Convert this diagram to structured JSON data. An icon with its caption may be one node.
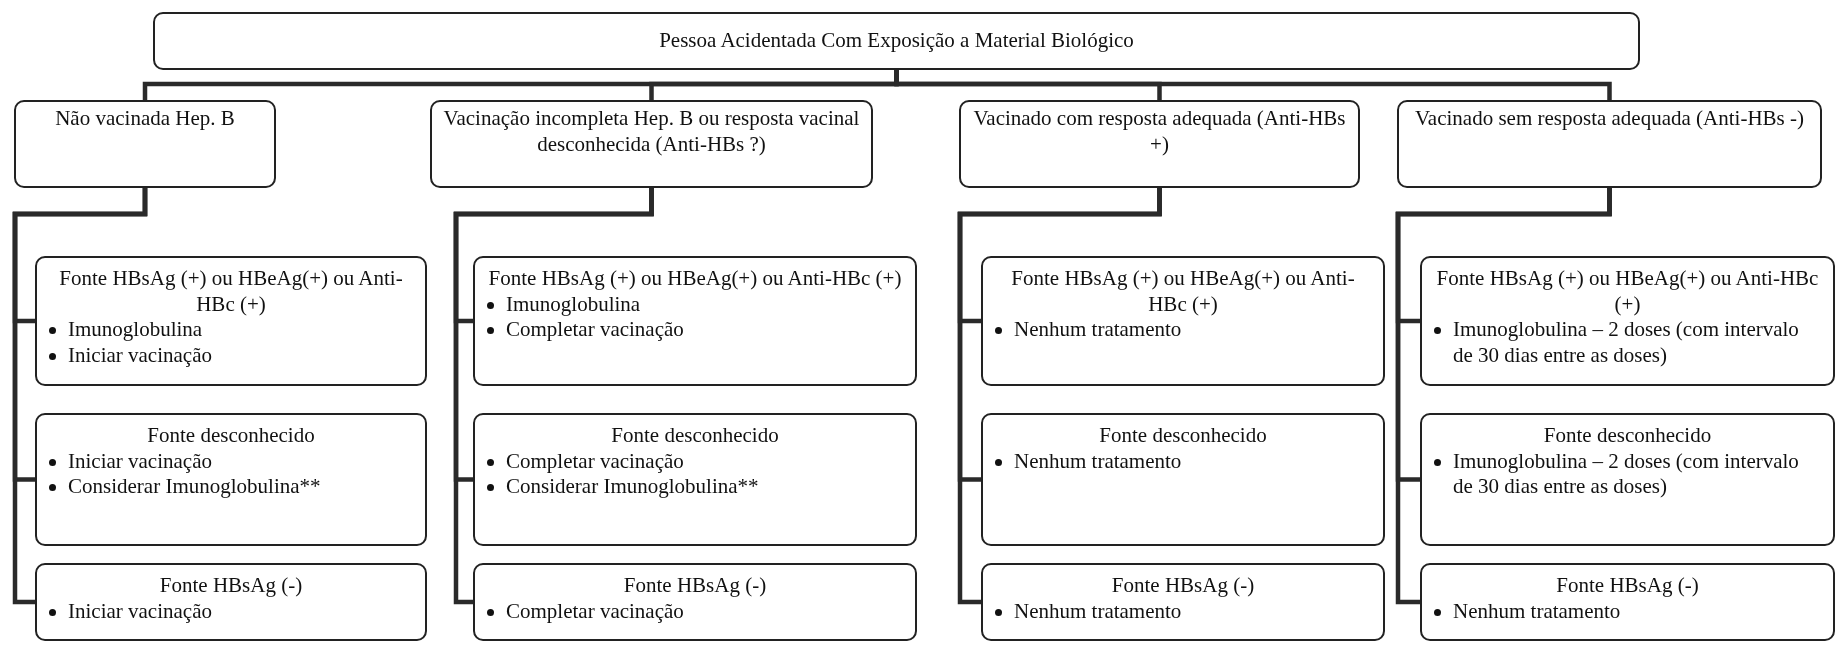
{
  "diagram": {
    "nodes": [
      {
        "text": [
          "Pessoa Acidentada Com Exposição a Material Biológico"
        ]
      },
      {
        "text": [
          "Não vacinada Hep. B"
        ]
      },
      {
        "text": [
          "Vacinação incompleta Hep. B ou resposta vacinal desconhecida (Anti-HBs ?)"
        ]
      },
      {
        "text": [
          "Vacinado com resposta adequada (Anti-HBs +)"
        ]
      },
      {
        "text": [
          "Vacinado sem resposta adequada (Anti-HBs -)"
        ]
      },
      {
        "text": [
          "Fonte HBsAg (+) ou HBeAg(+) ou Anti-HBc (+)",
          "Imunoglobulina",
          "Iniciar vacinação"
        ]
      },
      {
        "text": [
          "Fonte desconhecido",
          "Iniciar vacinação",
          "Considerar Imunoglobulina**"
        ]
      },
      {
        "text": [
          "Fonte HBsAg (-)",
          "Iniciar vacinação"
        ]
      },
      {
        "text": [
          "Fonte HBsAg (+) ou HBeAg(+) ou Anti-HBc (+)",
          "Imunoglobulina",
          "Completar vacinação"
        ]
      },
      {
        "text": [
          "Fonte desconhecido",
          "Completar vacinação",
          "Considerar Imunoglobulina**"
        ]
      },
      {
        "text": [
          "Fonte HBsAg (-)",
          "Completar vacinação"
        ]
      },
      {
        "text": [
          "Fonte HBsAg (+) ou HBeAg(+) ou Anti-HBc (+)",
          "Nenhum tratamento"
        ]
      },
      {
        "text": [
          "Fonte desconhecido",
          "Nenhum tratamento"
        ]
      },
      {
        "text": [
          "Fonte HBsAg (-)",
          "Nenhum tratamento"
        ]
      },
      {
        "text": [
          "Fonte HBsAg (+) ou HBeAg(+) ou Anti-HBc (+)",
          "Imunoglobulina – 2 doses (com intervalo de 30 dias entre as doses)"
        ]
      },
      {
        "text": [
          "Fonte desconhecido",
          "Imunoglobulina – 2 doses (com intervalo de 30 dias entre as doses)"
        ]
      },
      {
        "text": [
          "Fonte HBsAg (-)",
          "Nenhum tratamento"
        ]
      }
    ],
    "edges": [
      {
        "from": 0,
        "to": 1,
        "arrow": "none"
      },
      {
        "from": 0,
        "to": 2,
        "arrow": "none"
      },
      {
        "from": 0,
        "to": 3,
        "arrow": "none"
      },
      {
        "from": 0,
        "to": 4,
        "arrow": "none"
      },
      {
        "from": 1,
        "to": 5,
        "arrow": "none"
      },
      {
        "from": 1,
        "to": 6,
        "arrow": "none"
      },
      {
        "from": 1,
        "to": 7,
        "arrow": "none"
      },
      {
        "from": 2,
        "to": 8,
        "arrow": "none"
      },
      {
        "from": 2,
        "to": 9,
        "arrow": "none"
      },
      {
        "from": 2,
        "to": 10,
        "arrow": "none"
      },
      {
        "from": 3,
        "to": 11,
        "arrow": "none"
      },
      {
        "from": 3,
        "to": 12,
        "arrow": "none"
      },
      {
        "from": 3,
        "to": 13,
        "arrow": "none"
      },
      {
        "from": 4,
        "to": 14,
        "arrow": "none"
      },
      {
        "from": 4,
        "to": 15,
        "arrow": "none"
      },
      {
        "from": 4,
        "to": 16,
        "arrow": "none"
      }
    ]
  }
}
